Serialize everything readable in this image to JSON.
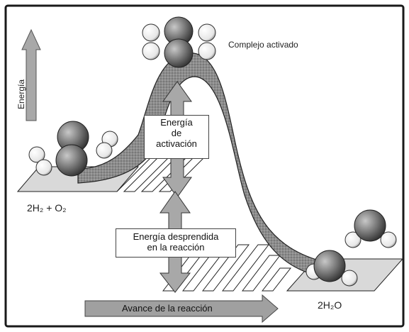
{
  "diagram": {
    "axis_y_label": "Energía",
    "axis_x_label": "Avance de la reacción",
    "reactants_label": "2H₂ + O₂",
    "products_label": "2H₂O",
    "activated_complex_label": "Complejo activado",
    "activation_energy_label": [
      "Energía",
      "de",
      "activación"
    ],
    "released_energy_label": [
      "Energía desprendida",
      "en la reacción"
    ],
    "colors": {
      "background": "#ffffff",
      "frame": "#1a1a1a",
      "curve_fill": "#8a8a8a",
      "arrow_fill": "#9a9a9a",
      "atom_dark": "#6e6e6e",
      "atom_light": "#f2f2f2"
    },
    "icons": [
      "oxygen-atom-icon",
      "hydrogen-atom-icon"
    ]
  }
}
